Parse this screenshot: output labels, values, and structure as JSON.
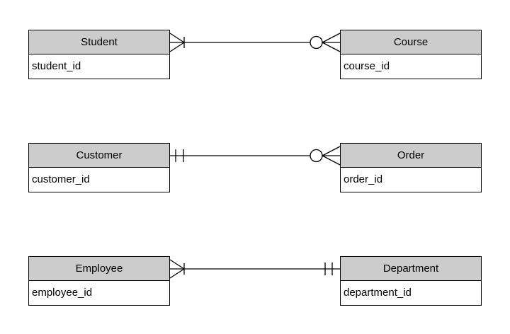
{
  "diagram": {
    "type": "entity-relationship-diagram",
    "notation": "crows-foot",
    "colors": {
      "background": "#ffffff",
      "entity_header_fill": "#cccccc",
      "entity_body_fill": "#ffffff",
      "stroke": "#000000"
    },
    "relationships": [
      {
        "left_entity": {
          "name": "Student",
          "attribute": "student_id"
        },
        "right_entity": {
          "name": "Course",
          "attribute": "course_id"
        },
        "left_cardinality": "one-or-many",
        "right_cardinality": "zero-or-many"
      },
      {
        "left_entity": {
          "name": "Customer",
          "attribute": "customer_id"
        },
        "right_entity": {
          "name": "Order",
          "attribute": "order_id"
        },
        "left_cardinality": "exactly-one",
        "right_cardinality": "zero-or-many"
      },
      {
        "left_entity": {
          "name": "Employee",
          "attribute": "employee_id"
        },
        "right_entity": {
          "name": "Department",
          "attribute": "department_id"
        },
        "left_cardinality": "one-or-many",
        "right_cardinality": "exactly-one"
      }
    ]
  }
}
